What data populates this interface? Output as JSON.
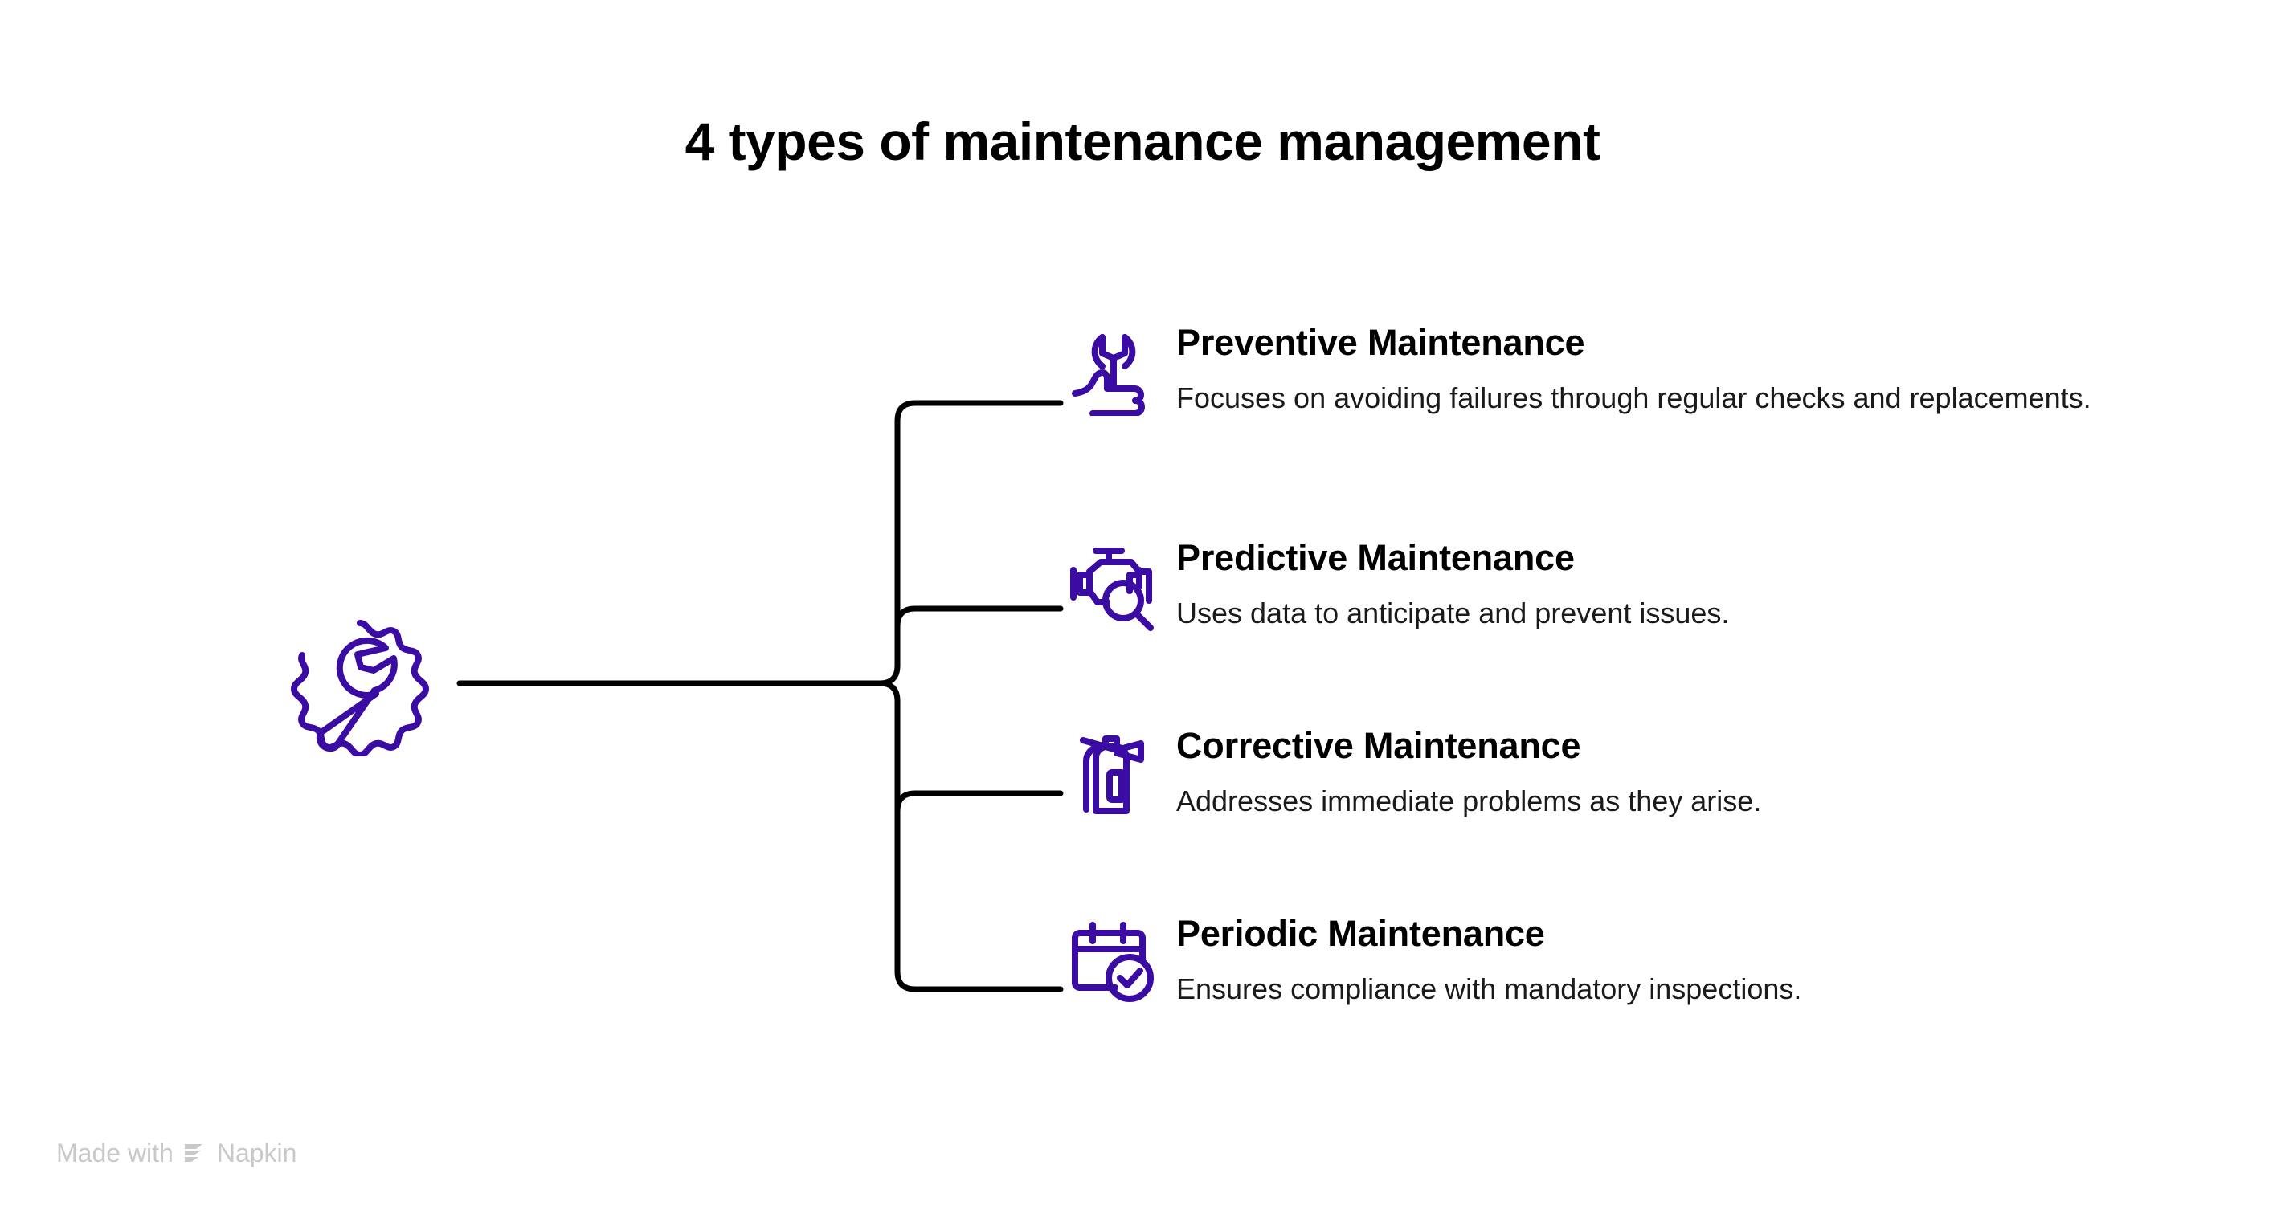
{
  "page": {
    "title": "4 types of maintenance management",
    "background_color": "#ffffff",
    "accent_color": "#3A0CA3",
    "line_color": "#000000",
    "text_color": "#000000"
  },
  "root": {
    "icon": "wrench-gear-icon",
    "label": ""
  },
  "branches": [
    {
      "icon": "hand-holding-wrench-icon",
      "title": "Preventive Maintenance",
      "description": "Focuses on avoiding failures through regular checks and replacements."
    },
    {
      "icon": "engine-magnifier-icon",
      "title": "Predictive Maintenance",
      "description": "Uses data to anticipate and prevent issues."
    },
    {
      "icon": "fire-extinguisher-icon",
      "title": "Corrective Maintenance",
      "description": "Addresses immediate problems as they arise."
    },
    {
      "icon": "calendar-check-icon",
      "title": "Periodic Maintenance",
      "description": "Ensures compliance with mandatory inspections."
    }
  ],
  "watermark": {
    "prefix": "Made with",
    "brand": "Napkin",
    "icon": "napkin-logo-icon",
    "color": "#c9c9c9"
  }
}
